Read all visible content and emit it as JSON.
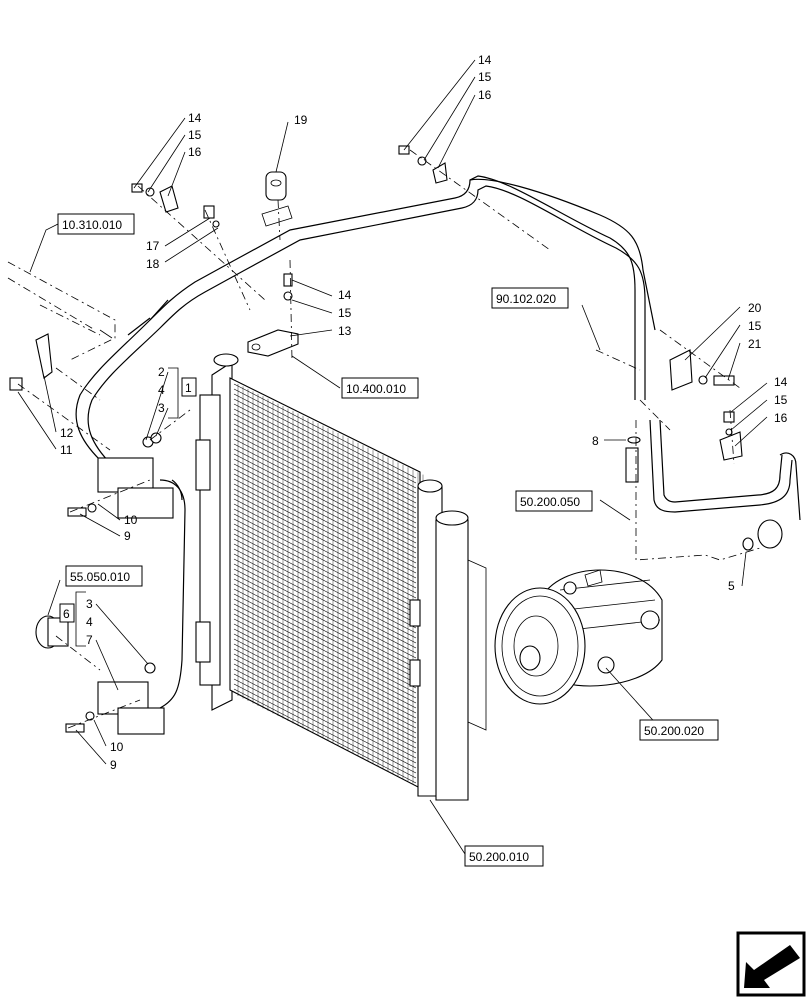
{
  "references": [
    {
      "id": "ref-10-310-010",
      "text": "10.310.010"
    },
    {
      "id": "ref-90-102-020",
      "text": "90.102.020"
    },
    {
      "id": "ref-10-400-010",
      "text": "10.400.010"
    },
    {
      "id": "ref-50-200-050",
      "text": "50.200.050"
    },
    {
      "id": "ref-55-050-010",
      "text": "55.050.010"
    },
    {
      "id": "ref-50-200-020",
      "text": "50.200.020"
    },
    {
      "id": "ref-50-200-010",
      "text": "50.200.010"
    }
  ],
  "callouts": {
    "c14a": "14",
    "c15a": "15",
    "c16a": "16",
    "c19": "19",
    "c17": "17",
    "c18": "18",
    "c14b": "14",
    "c15b": "15",
    "c16b": "16",
    "c14c": "14",
    "c15c": "15",
    "c13": "13",
    "c20": "20",
    "c15d": "15",
    "c21": "21",
    "c14d": "14",
    "c15e": "15",
    "c16d": "16",
    "c8": "8",
    "c5": "5",
    "c2": "2",
    "c4a": "4",
    "c3a": "3",
    "c1": "1",
    "c12": "12",
    "c11": "11",
    "c10a": "10",
    "c9a": "9",
    "c3b": "3",
    "c4b": "4",
    "c7": "7",
    "c6": "6",
    "c10b": "10",
    "c9b": "9"
  },
  "icons": {
    "nav": "next-page-arrow-icon"
  }
}
